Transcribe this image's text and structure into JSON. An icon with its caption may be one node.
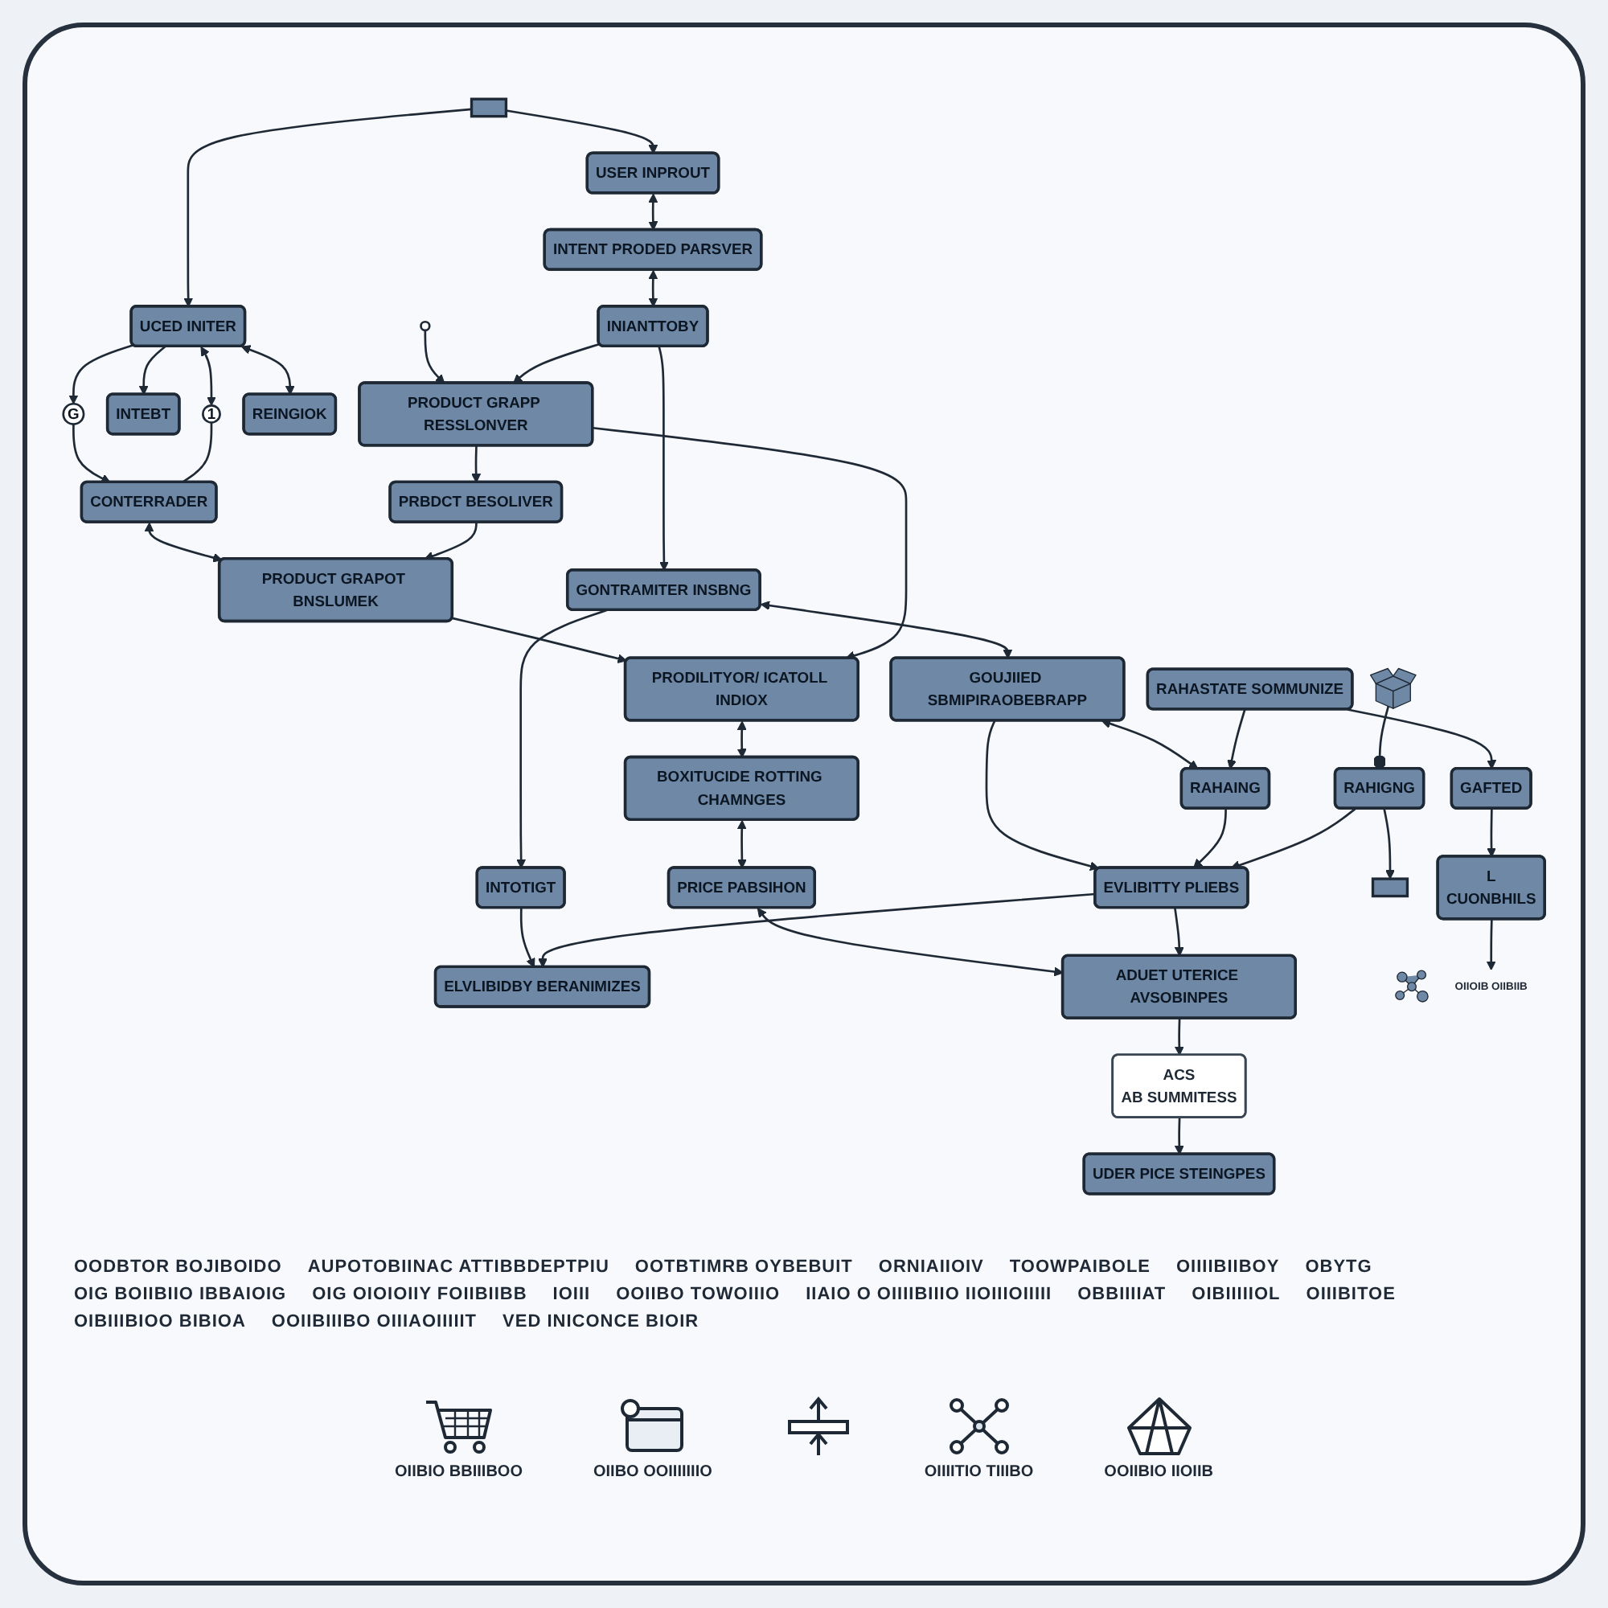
{
  "diagram": {
    "nodes": [
      {
        "text": [],
        "shape": "box"
      },
      {
        "text": [
          "UCED INITER"
        ]
      },
      {
        "text": [
          "1"
        ]
      },
      {
        "text": [
          "USER INPROUT"
        ]
      },
      {
        "text": [
          "INTEBT"
        ]
      },
      {
        "text": [
          "G"
        ]
      },
      {
        "text": [
          "CONTERRADER"
        ]
      },
      {
        "text": [
          "REINGIOK"
        ]
      },
      {
        "text": [
          "INTENT PRODED PARSVER"
        ]
      },
      {
        "text": [
          "PRBDCT BESOLIVER"
        ]
      },
      {
        "text": [
          "PRODUCT GRAPOT BNSLUMEK"
        ]
      },
      {
        "text": [
          "INIANTTOBY"
        ]
      },
      {
        "text": [
          "PRODUCT GRAPP RESSLONVER"
        ]
      },
      {
        "text": [],
        "shape": "circle"
      },
      {
        "text": [
          "PRODILITYOR/ ICATOLL INDIOX"
        ]
      },
      {
        "text": [
          "GONTRAMITER INSBNG"
        ]
      },
      {
        "text": [
          "INTOTIGT"
        ]
      },
      {
        "text": [
          "BOXITUCIDE ROTTING CHAMNGES"
        ]
      },
      {
        "text": [
          "GOUJIIED SBMIPIRAOBEBRAPP"
        ]
      },
      {
        "text": [
          "ELVLIBIDBY BERANIMIZES"
        ]
      },
      {
        "text": [
          "RAHAING"
        ]
      },
      {
        "text": [
          "PRICE PABSIHON"
        ]
      },
      {
        "text": [
          "EVLIBITTY PLIEBS"
        ]
      },
      {
        "text": [
          "ADUET UTERICE AVSOBINPES"
        ]
      },
      {
        "text": [
          "RAHASTATE SOMMUNIZE"
        ]
      },
      {
        "text": [],
        "shape": "box"
      },
      {
        "text": [
          "RAHIGNG"
        ]
      },
      {
        "text": [],
        "shape": "picture"
      },
      {
        "text": [
          "ACS",
          "AB SUMMITESS"
        ]
      },
      {
        "text": [
          "GAFTED"
        ]
      },
      {
        "text": [
          "L",
          "CUONBHILS"
        ]
      },
      {
        "text": [
          "UDER PICE STEINGPES"
        ]
      },
      {
        "text": [],
        "shape": "picture",
        "beside": [
          "OIIOIB OIIBIIB"
        ]
      }
    ],
    "edges": [
      {
        "from": 0,
        "to": 1,
        "arrow": "to"
      },
      {
        "from": 0,
        "to": 3,
        "arrow": "to"
      },
      {
        "from": 1,
        "to": 2,
        "arrow": "both"
      },
      {
        "from": 1,
        "to": 4,
        "arrow": "to"
      },
      {
        "from": 1,
        "to": 5,
        "arrow": "to"
      },
      {
        "from": 5,
        "to": 6,
        "arrow": "to"
      },
      {
        "from": 2,
        "to": 6,
        "arrow": "none"
      },
      {
        "from": 1,
        "to": 7,
        "arrow": "both"
      },
      {
        "from": 3,
        "to": 8,
        "arrow": "both"
      },
      {
        "from": 6,
        "to": 10,
        "arrow": "both"
      },
      {
        "from": 8,
        "to": 11,
        "arrow": "both"
      },
      {
        "from": 12,
        "to": 9,
        "arrow": "to"
      },
      {
        "from": 13,
        "to": 12,
        "arrow": "to"
      },
      {
        "from": 11,
        "to": 12,
        "arrow": "to"
      },
      {
        "from": 9,
        "to": 10,
        "arrow": "to"
      },
      {
        "from": 10,
        "to": 14,
        "arrow": "to"
      },
      {
        "from": 11,
        "to": 15,
        "arrow": "to"
      },
      {
        "from": 12,
        "to": 14,
        "arrow": "to"
      },
      {
        "from": 15,
        "to": 16,
        "arrow": "to"
      },
      {
        "from": 15,
        "to": 18,
        "arrow": "both"
      },
      {
        "from": 14,
        "to": 17,
        "arrow": "both"
      },
      {
        "from": 16,
        "to": 19,
        "arrow": "to"
      },
      {
        "from": 18,
        "to": 20,
        "arrow": "both"
      },
      {
        "from": 17,
        "to": 21,
        "arrow": "both"
      },
      {
        "from": 18,
        "to": 22,
        "arrow": "to"
      },
      {
        "from": 22,
        "to": 19,
        "arrow": "to"
      },
      {
        "from": 21,
        "to": 23,
        "arrow": "both"
      },
      {
        "from": 20,
        "to": 22,
        "arrow": "to"
      },
      {
        "from": 22,
        "to": 23,
        "arrow": "to"
      },
      {
        "from": 24,
        "to": 20,
        "arrow": "to"
      },
      {
        "from": 26,
        "to": 22,
        "arrow": "to"
      },
      {
        "from": 23,
        "to": 28,
        "arrow": "to"
      },
      {
        "from": 26,
        "to": 25,
        "arrow": "to"
      },
      {
        "from": 27,
        "to": 26,
        "arrow": "other"
      },
      {
        "from": 24,
        "to": 29,
        "arrow": "to"
      },
      {
        "from": 28,
        "to": 31,
        "arrow": "to"
      },
      {
        "from": 29,
        "to": 30,
        "arrow": "to"
      },
      {
        "from": 30,
        "to": 32,
        "arrow": "to"
      }
    ],
    "labels": [
      "OODBTOR BOJIBOIDO",
      "AUPOTOBIINAC ATTIBBDEPTPIU",
      "OOTBTIMRB OYBEBUIT",
      "ORNIAIIOIV",
      "TOOWPAIBOLE",
      "OIIIIBIIBOY",
      "OBYTG",
      "OIG BOIIBIIO IBBAIOIG",
      "OIG OIOIOIIY FOIIBIIBB",
      "IOIII",
      "OOIIBO TOWOIIIO",
      "IIAIO O OIIIIBIIIO IIOIIIOIIIII",
      "OBBIIIIAT",
      "OIBIIIIIOL",
      "OIIIBITOE",
      "OIBIIIBIOO BIBIOA",
      "OOIIBIIIBO OIIIAOIIIIIT",
      "VED INICONCE BIOIR",
      "OIIBIO BBIIIBOO",
      "OIIBO OOIIIIIIIO",
      "OIIIITIO TIIIBO",
      "OOIIBIO IIOIIB"
    ]
  }
}
